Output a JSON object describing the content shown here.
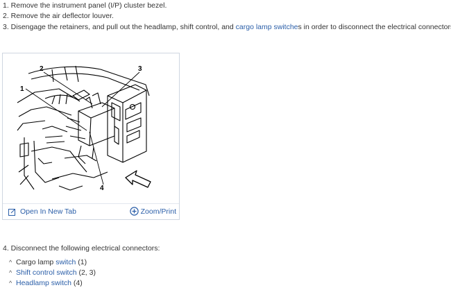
{
  "steps": [
    {
      "text": "1. Remove the instrument panel (I/P) cluster bezel."
    },
    {
      "text": "2. Remove the air deflector louver."
    },
    {
      "pre": "3. Disengage the retainers, and pull out the headlamp, shift control, and ",
      "link": "cargo lamp switche",
      "post": "s in order to disconnect the electrical connectors."
    }
  ],
  "figure": {
    "callouts": [
      "1",
      "2",
      "3",
      "4"
    ],
    "open_tab_label": "Open In New Tab",
    "zoom_label": "Zoom/Print",
    "icons": {
      "open_tab": "open-in-new-tab-icon",
      "zoom": "zoom-plus-icon"
    }
  },
  "step4": {
    "intro": "4. Disconnect the following electrical connectors:",
    "items": [
      {
        "pre": "Cargo lamp ",
        "link": "switch",
        "post": " (1)"
      },
      {
        "pre": "",
        "link": "Shift control switch",
        "post": " (2, 3)"
      },
      {
        "pre": "",
        "link": "Headlamp switch",
        "post": " (4)"
      }
    ]
  },
  "colors": {
    "link": "#2a5ea8",
    "text": "#333333",
    "border": "#cfd6e0"
  }
}
